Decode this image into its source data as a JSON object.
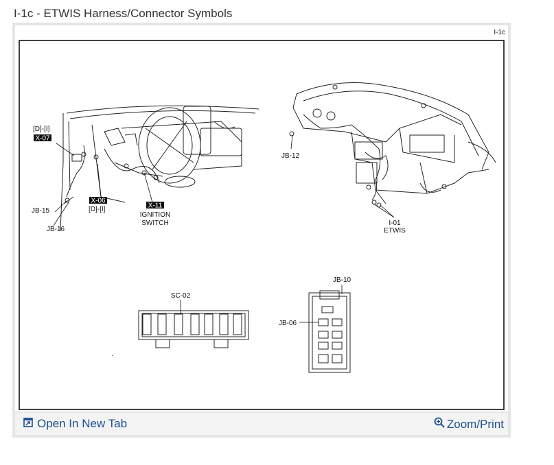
{
  "page": {
    "title": "I-1c - ETWIS Harness/Connector Symbols"
  },
  "diagram": {
    "page_ref": "I-1c",
    "labels": {
      "d_i_top": "[D]-[I]",
      "x07": "X-07",
      "x06": "X-06",
      "d_i_bottom": "[D]-[I]",
      "x11": "X-11",
      "ignition": "IGNITION",
      "switch": "SWITCH",
      "jb15": "JB-15",
      "jb16": "JB-16",
      "jb12": "JB-12",
      "i01": "I-01",
      "etwis": "ETWIS",
      "sc02": "SC-02",
      "jb10": "JB-10",
      "jb06": "JB-06"
    }
  },
  "footer": {
    "open_tab_label": "Open In New Tab",
    "zoom_label": "Zoom/Print"
  },
  "colors": {
    "link": "#1c4f8e",
    "frame": "#e5e5e5",
    "footer_bg": "#f3f3f3"
  },
  "icons": {
    "open_tab": "open-new-tab-icon",
    "zoom": "magnifier-plus-icon"
  }
}
